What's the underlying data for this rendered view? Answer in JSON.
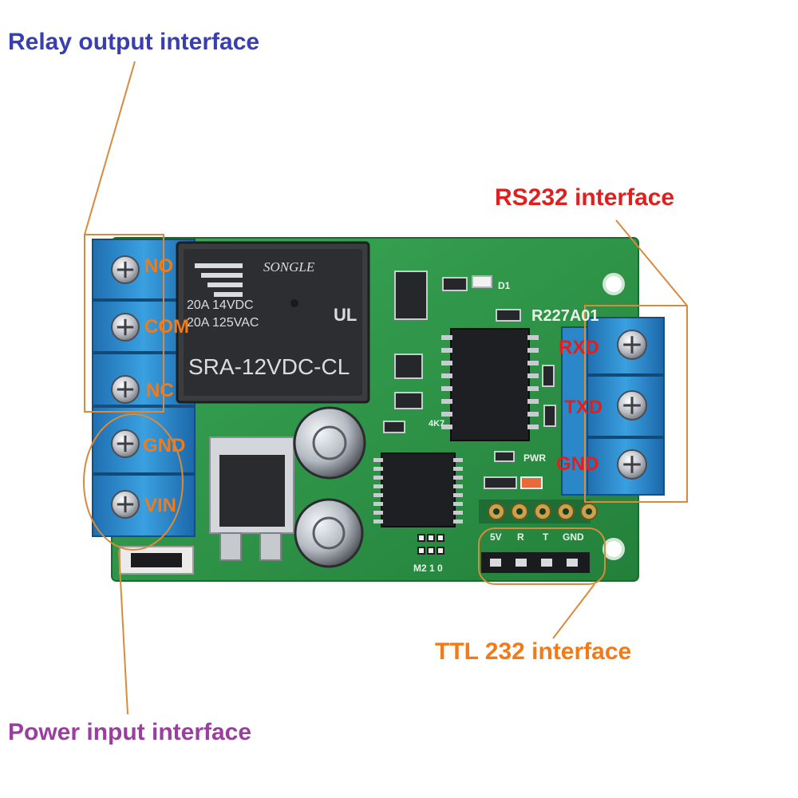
{
  "callouts": {
    "relay_output": "Relay output interface",
    "rs232": "RS232 interface",
    "ttl232": "TTL 232 interface",
    "power_input": "Power input interface"
  },
  "relay_terminal_pins": [
    "NO",
    "COM",
    "NC"
  ],
  "power_terminal_pins": [
    "GND",
    "VIN"
  ],
  "rs232_pins": [
    "RXD",
    "TXD",
    "GND"
  ],
  "ttl_header_pins": [
    "5V",
    "R",
    "T",
    "GND"
  ],
  "relay": {
    "brand": "SONGLE",
    "ratings": [
      "20A 14VDC",
      "20A 125VAC"
    ],
    "model": "SRA-12VDC-CL"
  },
  "board_marks": {
    "board_id": "R227A01",
    "led_d1": "D1",
    "pwr": "PWR",
    "resistor_4k7": "4K7",
    "mode_jumper": "M2 1 0"
  },
  "colors": {
    "callout_blue": "#3a3fb0",
    "callout_red": "#e0201e",
    "callout_orange": "#f07b18",
    "callout_purple": "#9a3fa0",
    "leader_orange": "#d98a3c",
    "pcb_green": "#2f9a4a",
    "terminal_blue": "#2f8fd0"
  }
}
